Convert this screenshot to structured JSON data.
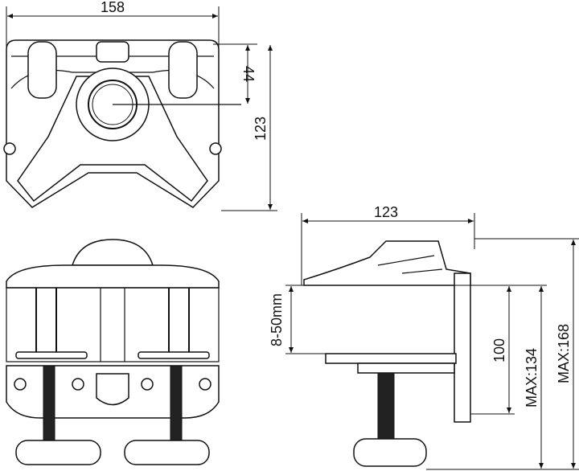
{
  "top_view": {
    "width_label": "158",
    "center_offset_label": "44",
    "depth_label": "123"
  },
  "side_view": {
    "width_label": "123",
    "clamp_range_label": "8-50mm",
    "height_100_label": "100",
    "max_134_label": "MAX:134",
    "max_168_label": "MAX:168"
  },
  "colors": {
    "line": "#111111",
    "background": "#ffffff"
  }
}
